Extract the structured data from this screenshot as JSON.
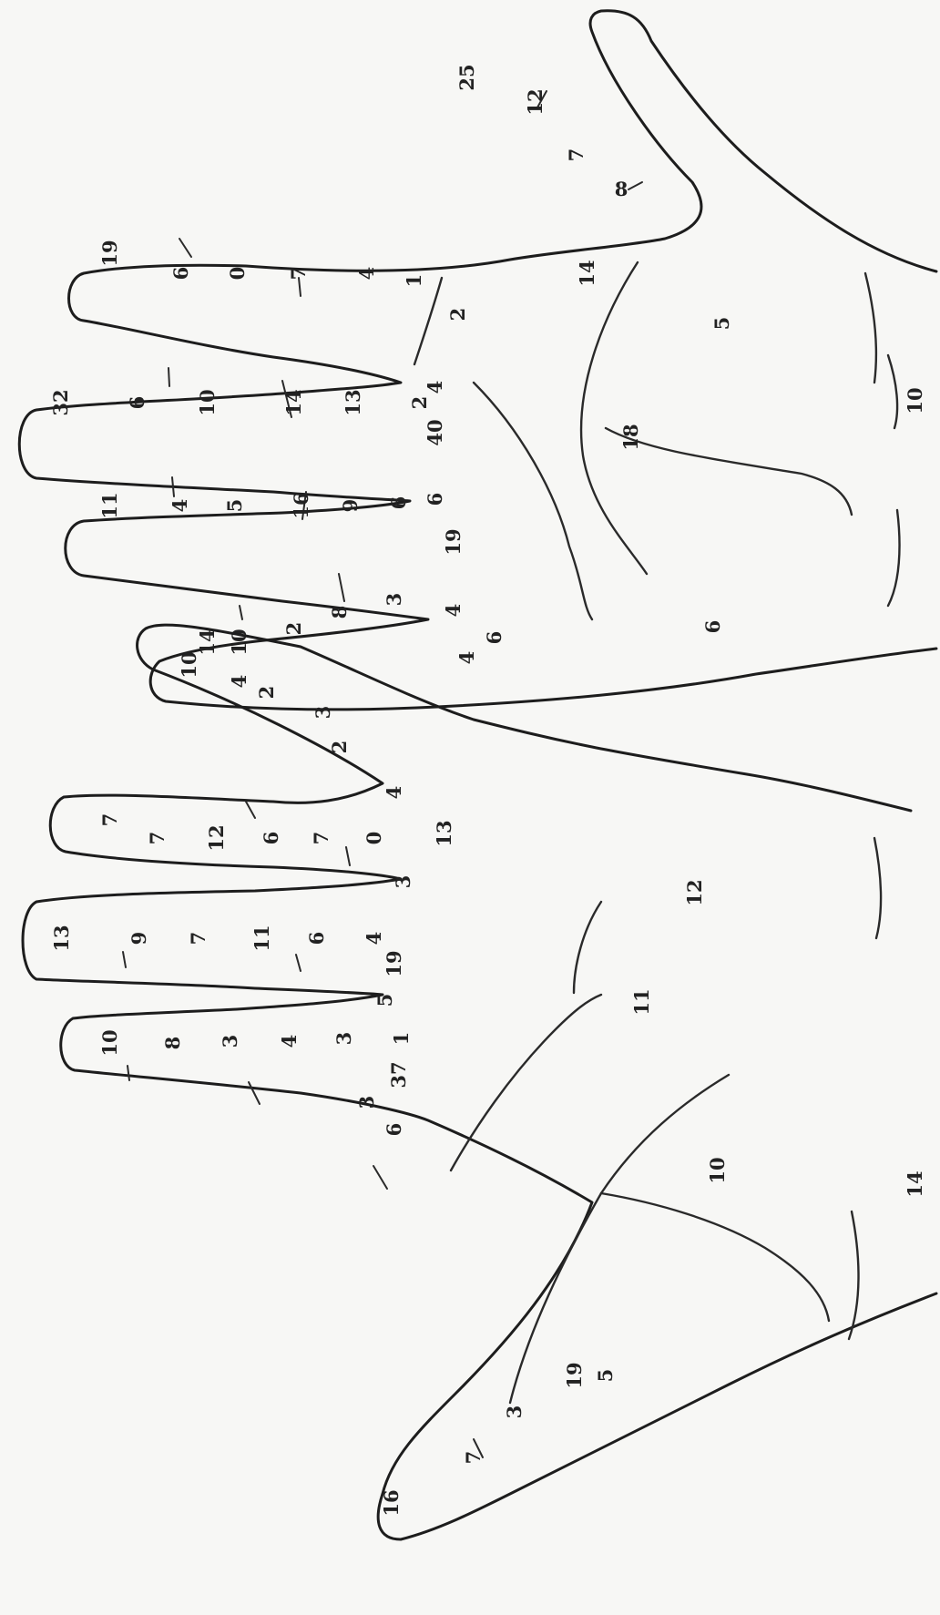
{
  "colors": {
    "background": "#f7f7f5",
    "ink": "#1d1d1d"
  },
  "upper_hand": {
    "thumb": [
      "25",
      "12",
      "7",
      "8"
    ],
    "index": [
      "19",
      "6",
      "0",
      "7",
      "4",
      "1"
    ],
    "middle": [
      "32",
      "6",
      "10",
      "14",
      "13",
      "2"
    ],
    "ring": [
      "11",
      "4",
      "5",
      "16",
      "9",
      "6"
    ],
    "little": [
      "14",
      "10",
      "2",
      "8",
      "3"
    ],
    "webs": [
      "4",
      "6",
      "4",
      "4"
    ],
    "palm": [
      "2",
      "40",
      "19",
      "6",
      "14",
      "18",
      "5",
      "6",
      "10"
    ]
  },
  "lower_hand": {
    "thumb": [
      "16",
      "7",
      "3",
      "5"
    ],
    "index": [
      "10",
      "8",
      "3",
      "4",
      "3",
      "1"
    ],
    "middle": [
      "13",
      "9",
      "7",
      "11",
      "6",
      "4"
    ],
    "ring": [
      "7",
      "7",
      "12",
      "6",
      "7",
      "0"
    ],
    "little": [
      "10",
      "4",
      "2",
      "3",
      "2"
    ],
    "webs": [
      "3",
      "5",
      "3",
      "4"
    ],
    "palm": [
      "6",
      "37",
      "19",
      "13",
      "19",
      "11",
      "12",
      "10",
      "14"
    ]
  }
}
